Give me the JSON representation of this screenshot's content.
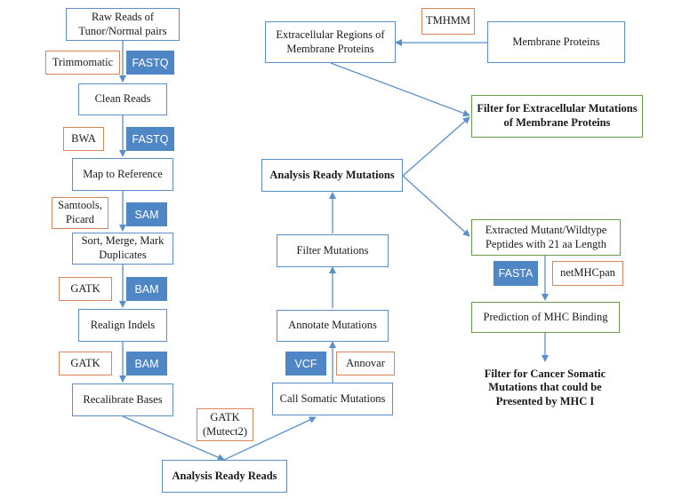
{
  "pipeline": {
    "raw_reads": "Raw Reads of Tunor/Normal pairs",
    "trimmomatic": "Trimmomatic",
    "fastq1": "FASTQ",
    "clean_reads": "Clean Reads",
    "bwa": "BWA",
    "fastq2": "FASTQ",
    "map_reference": "Map to Reference",
    "samtools_picard": "Samtools, Picard",
    "sam": "SAM",
    "sort_merge": "Sort, Merge, Mark Duplicates",
    "gatk1": "GATK",
    "bam1": "BAM",
    "realign": "Realign Indels",
    "gatk2": "GATK",
    "bam2": "BAM",
    "recalibrate": "Recalibrate Bases",
    "gatk_mutect": "GATK (Mutect2)",
    "analysis_ready_reads": "Analysis Ready Reads",
    "call_somatic": "Call Somatic Mutations",
    "vcf": "VCF",
    "annovar": "Annovar",
    "annotate": "Annotate Mutations",
    "filter_mut": "Filter Mutations",
    "analysis_ready_mut": "Analysis Ready Mutations",
    "extracellular": "Extracellular Regions of Membrane Proteins",
    "tmhmm": "TMHMM",
    "membrane": "Membrane Proteins",
    "filter_extracellular": "Filter for Extracellular Mutations of Membrane Proteins",
    "extracted_peptides": "Extracted Mutant/Wildtype Peptides with 21 aa Length",
    "fasta": "FASTA",
    "netmhcpan": "netMHCpan",
    "prediction": "Prediction of MHC Binding",
    "filter_cancer": "Filter for Cancer Somatic Mutations that could be Presented by MHC I"
  },
  "colors": {
    "box_border_blue": "#5b8fc9",
    "box_border_green": "#6a9a4a",
    "tool_border_orange": "#d9875a",
    "format_tag_fill": "#4f86c6",
    "arrow": "#5b8fc9"
  }
}
